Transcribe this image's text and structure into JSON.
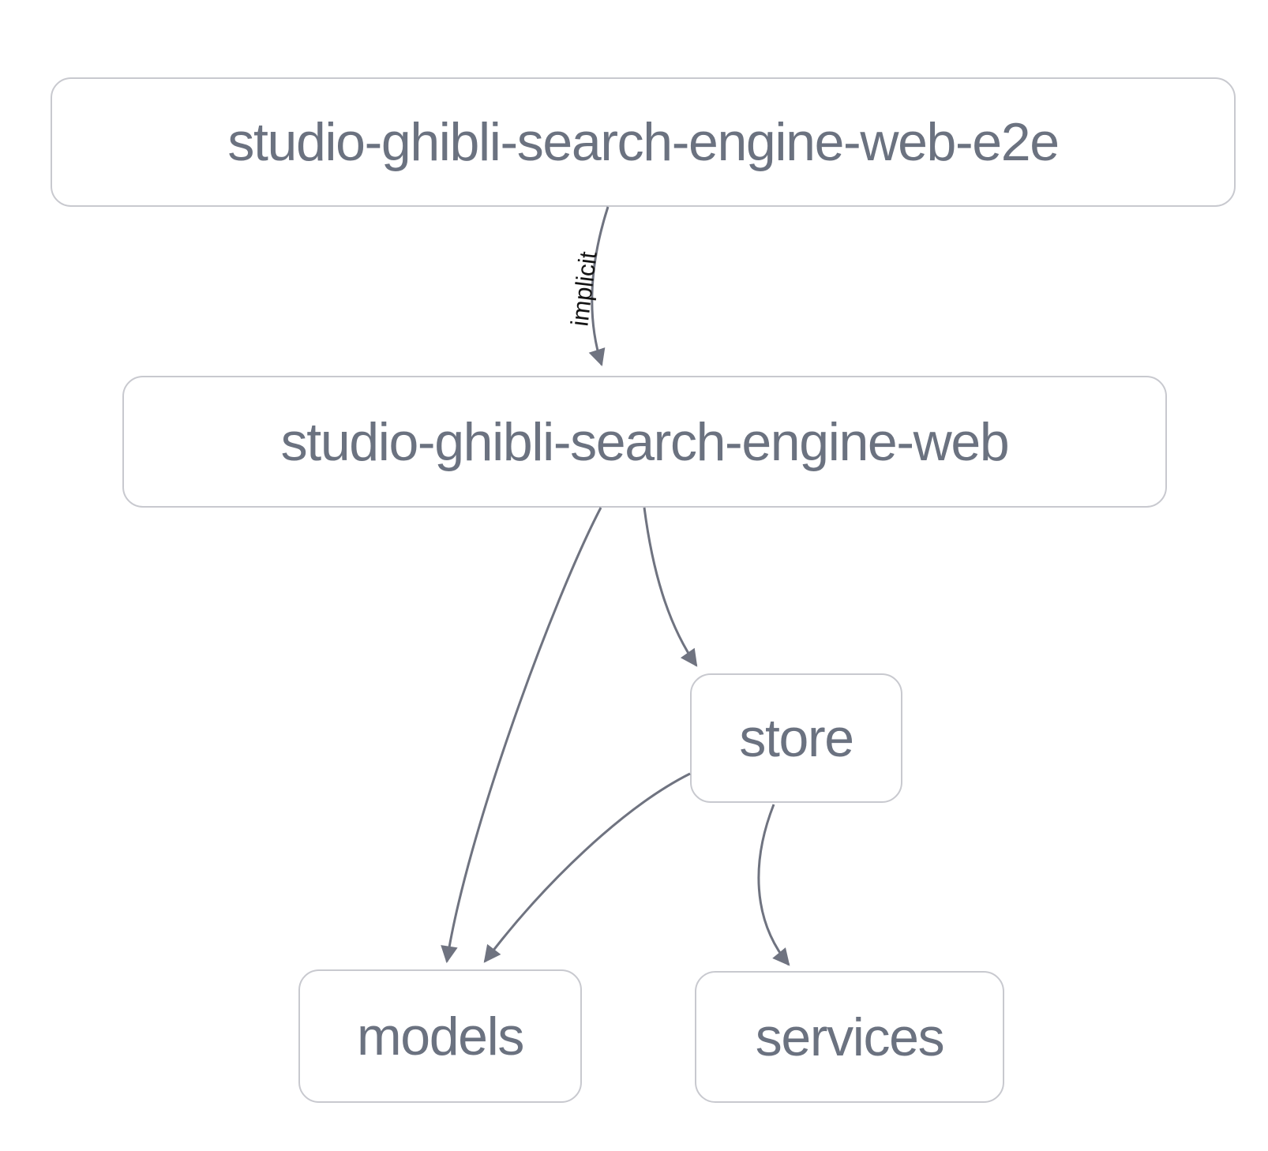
{
  "diagram": {
    "type": "dependency-graph",
    "background_color": "#ffffff",
    "node_style": {
      "fill": "#ffffff",
      "border_color": "#c8c9cf",
      "text_color": "#6b7280"
    },
    "edge_style": {
      "line_color": "#6f7380",
      "arrowhead_color": "#6f7380",
      "label_color": "#141414"
    },
    "nodes": [
      {
        "id": "e2e",
        "label": "studio-ghibli-search-engine-web-e2e"
      },
      {
        "id": "web",
        "label": "studio-ghibli-search-engine-web"
      },
      {
        "id": "store",
        "label": "store"
      },
      {
        "id": "models",
        "label": "models"
      },
      {
        "id": "services",
        "label": "services"
      }
    ],
    "edges": [
      {
        "from": "studio-ghibli-search-engine-web-e2e",
        "to": "studio-ghibli-search-engine-web",
        "label": "implicit"
      },
      {
        "from": "studio-ghibli-search-engine-web",
        "to": "models",
        "label": ""
      },
      {
        "from": "studio-ghibli-search-engine-web",
        "to": "store",
        "label": ""
      },
      {
        "from": "store",
        "to": "models",
        "label": ""
      },
      {
        "from": "store",
        "to": "services",
        "label": ""
      }
    ]
  }
}
